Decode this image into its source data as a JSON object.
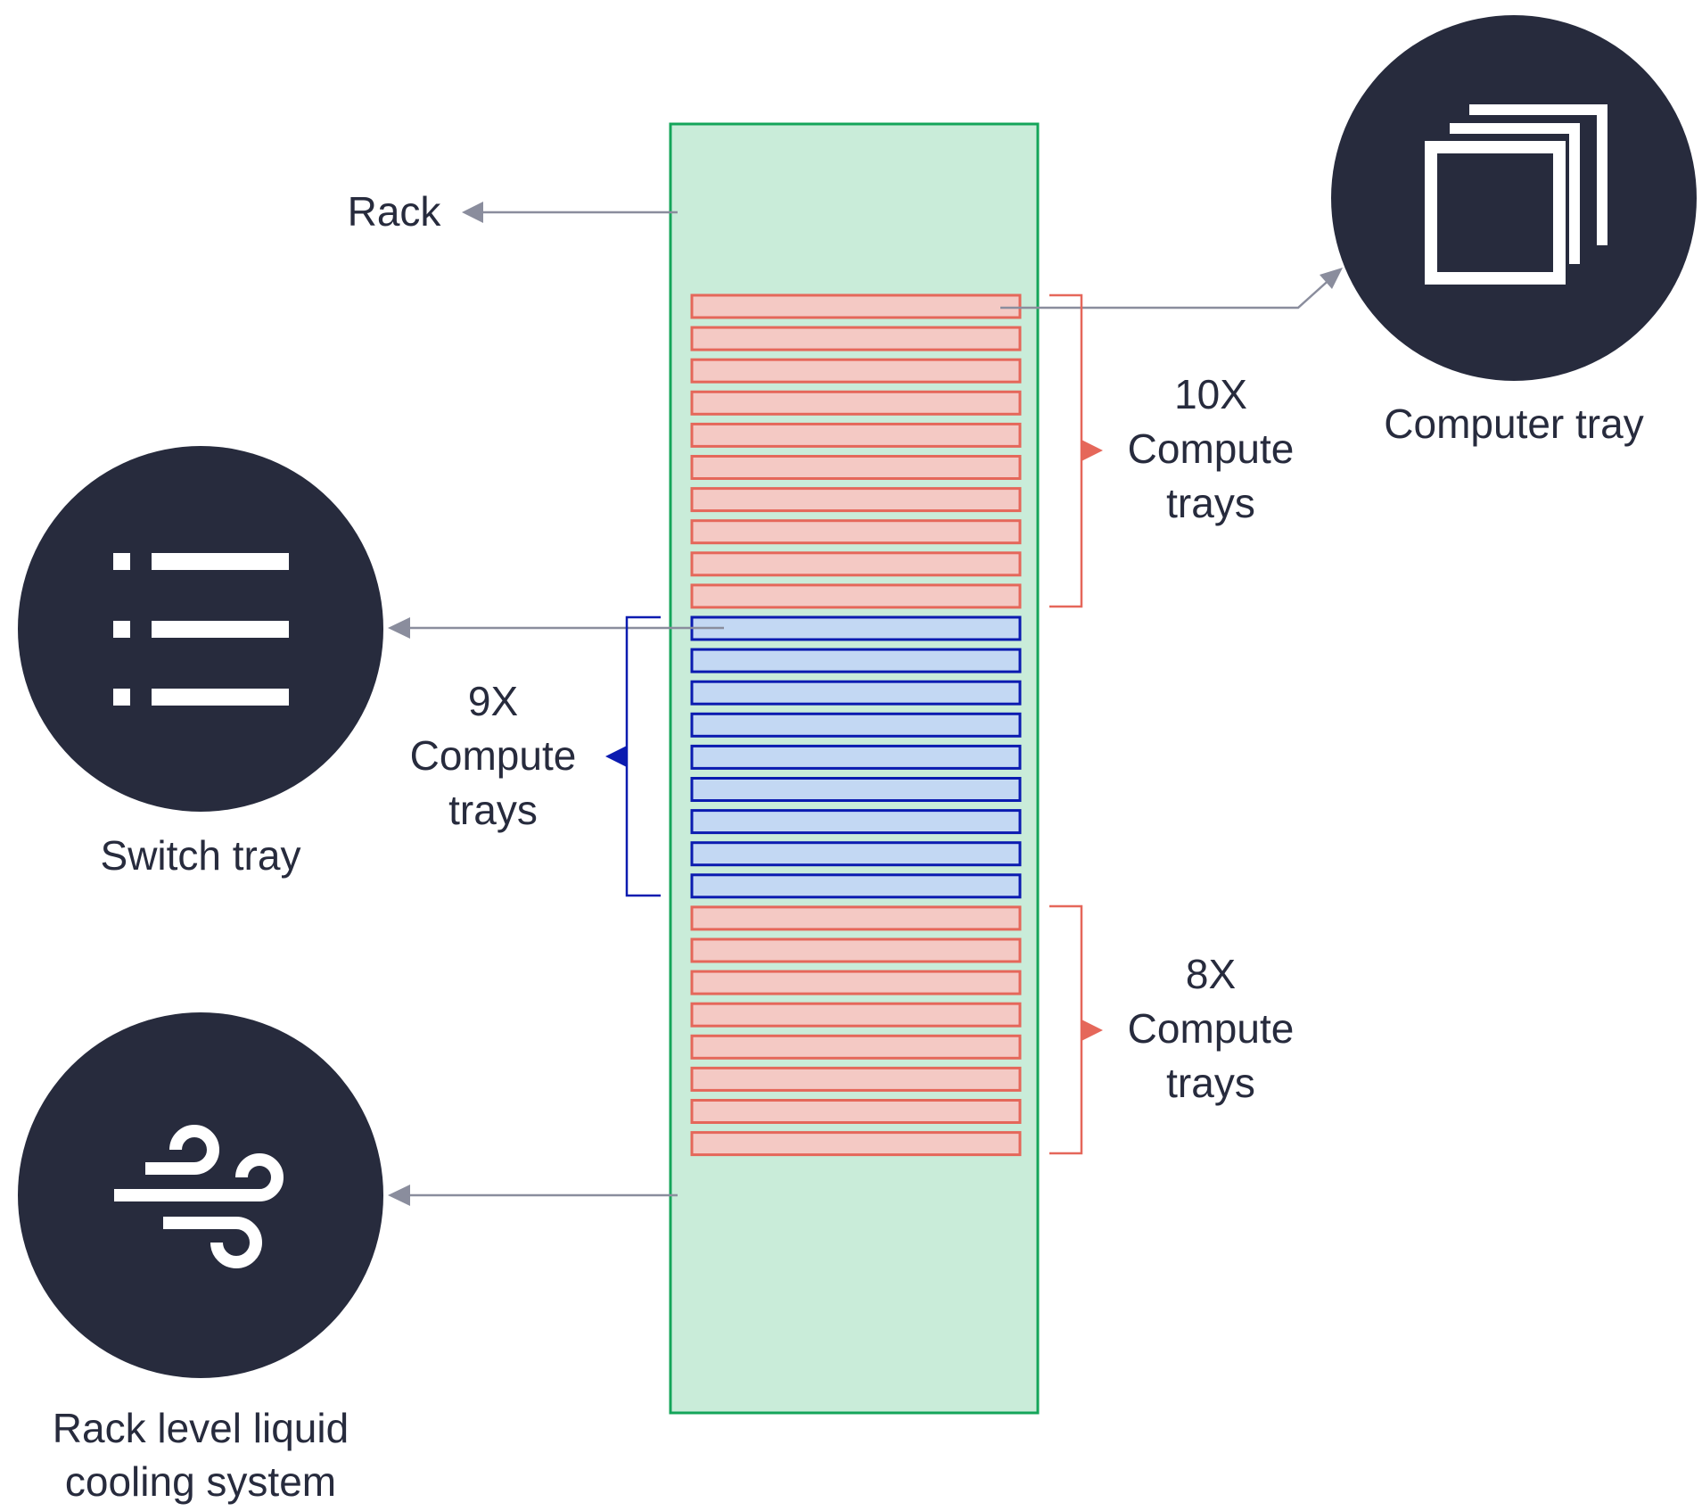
{
  "labels": {
    "rack": "Rack",
    "computer_tray": "Computer tray",
    "switch_tray": "Switch tray",
    "cooling_line1": "Rack level liquid",
    "cooling_line2": "cooling system"
  },
  "groups": {
    "top_compute": {
      "count": 10,
      "line1": "10X",
      "line2": "Compute",
      "line3": "trays"
    },
    "switch": {
      "count": 9,
      "line1": "9X",
      "line2": "Compute",
      "line3": "trays"
    },
    "bottom_compute": {
      "count": 8,
      "line1": "8X",
      "line2": "Compute",
      "line3": "trays"
    }
  },
  "icons": {
    "computer_tray": "stacked-squares-icon",
    "switch_tray": "list-icon",
    "cooling": "wind-icon"
  },
  "colors": {
    "dark": "#272b3d",
    "rack_fill": "#c9ecd9",
    "rack_border": "#14a55a",
    "compute_fill": "#f4c9c4",
    "compute_border": "#e5675a",
    "switch_fill": "#c3d8f3",
    "switch_border": "#0b1bb0",
    "arrow": "#8a8d9d"
  }
}
